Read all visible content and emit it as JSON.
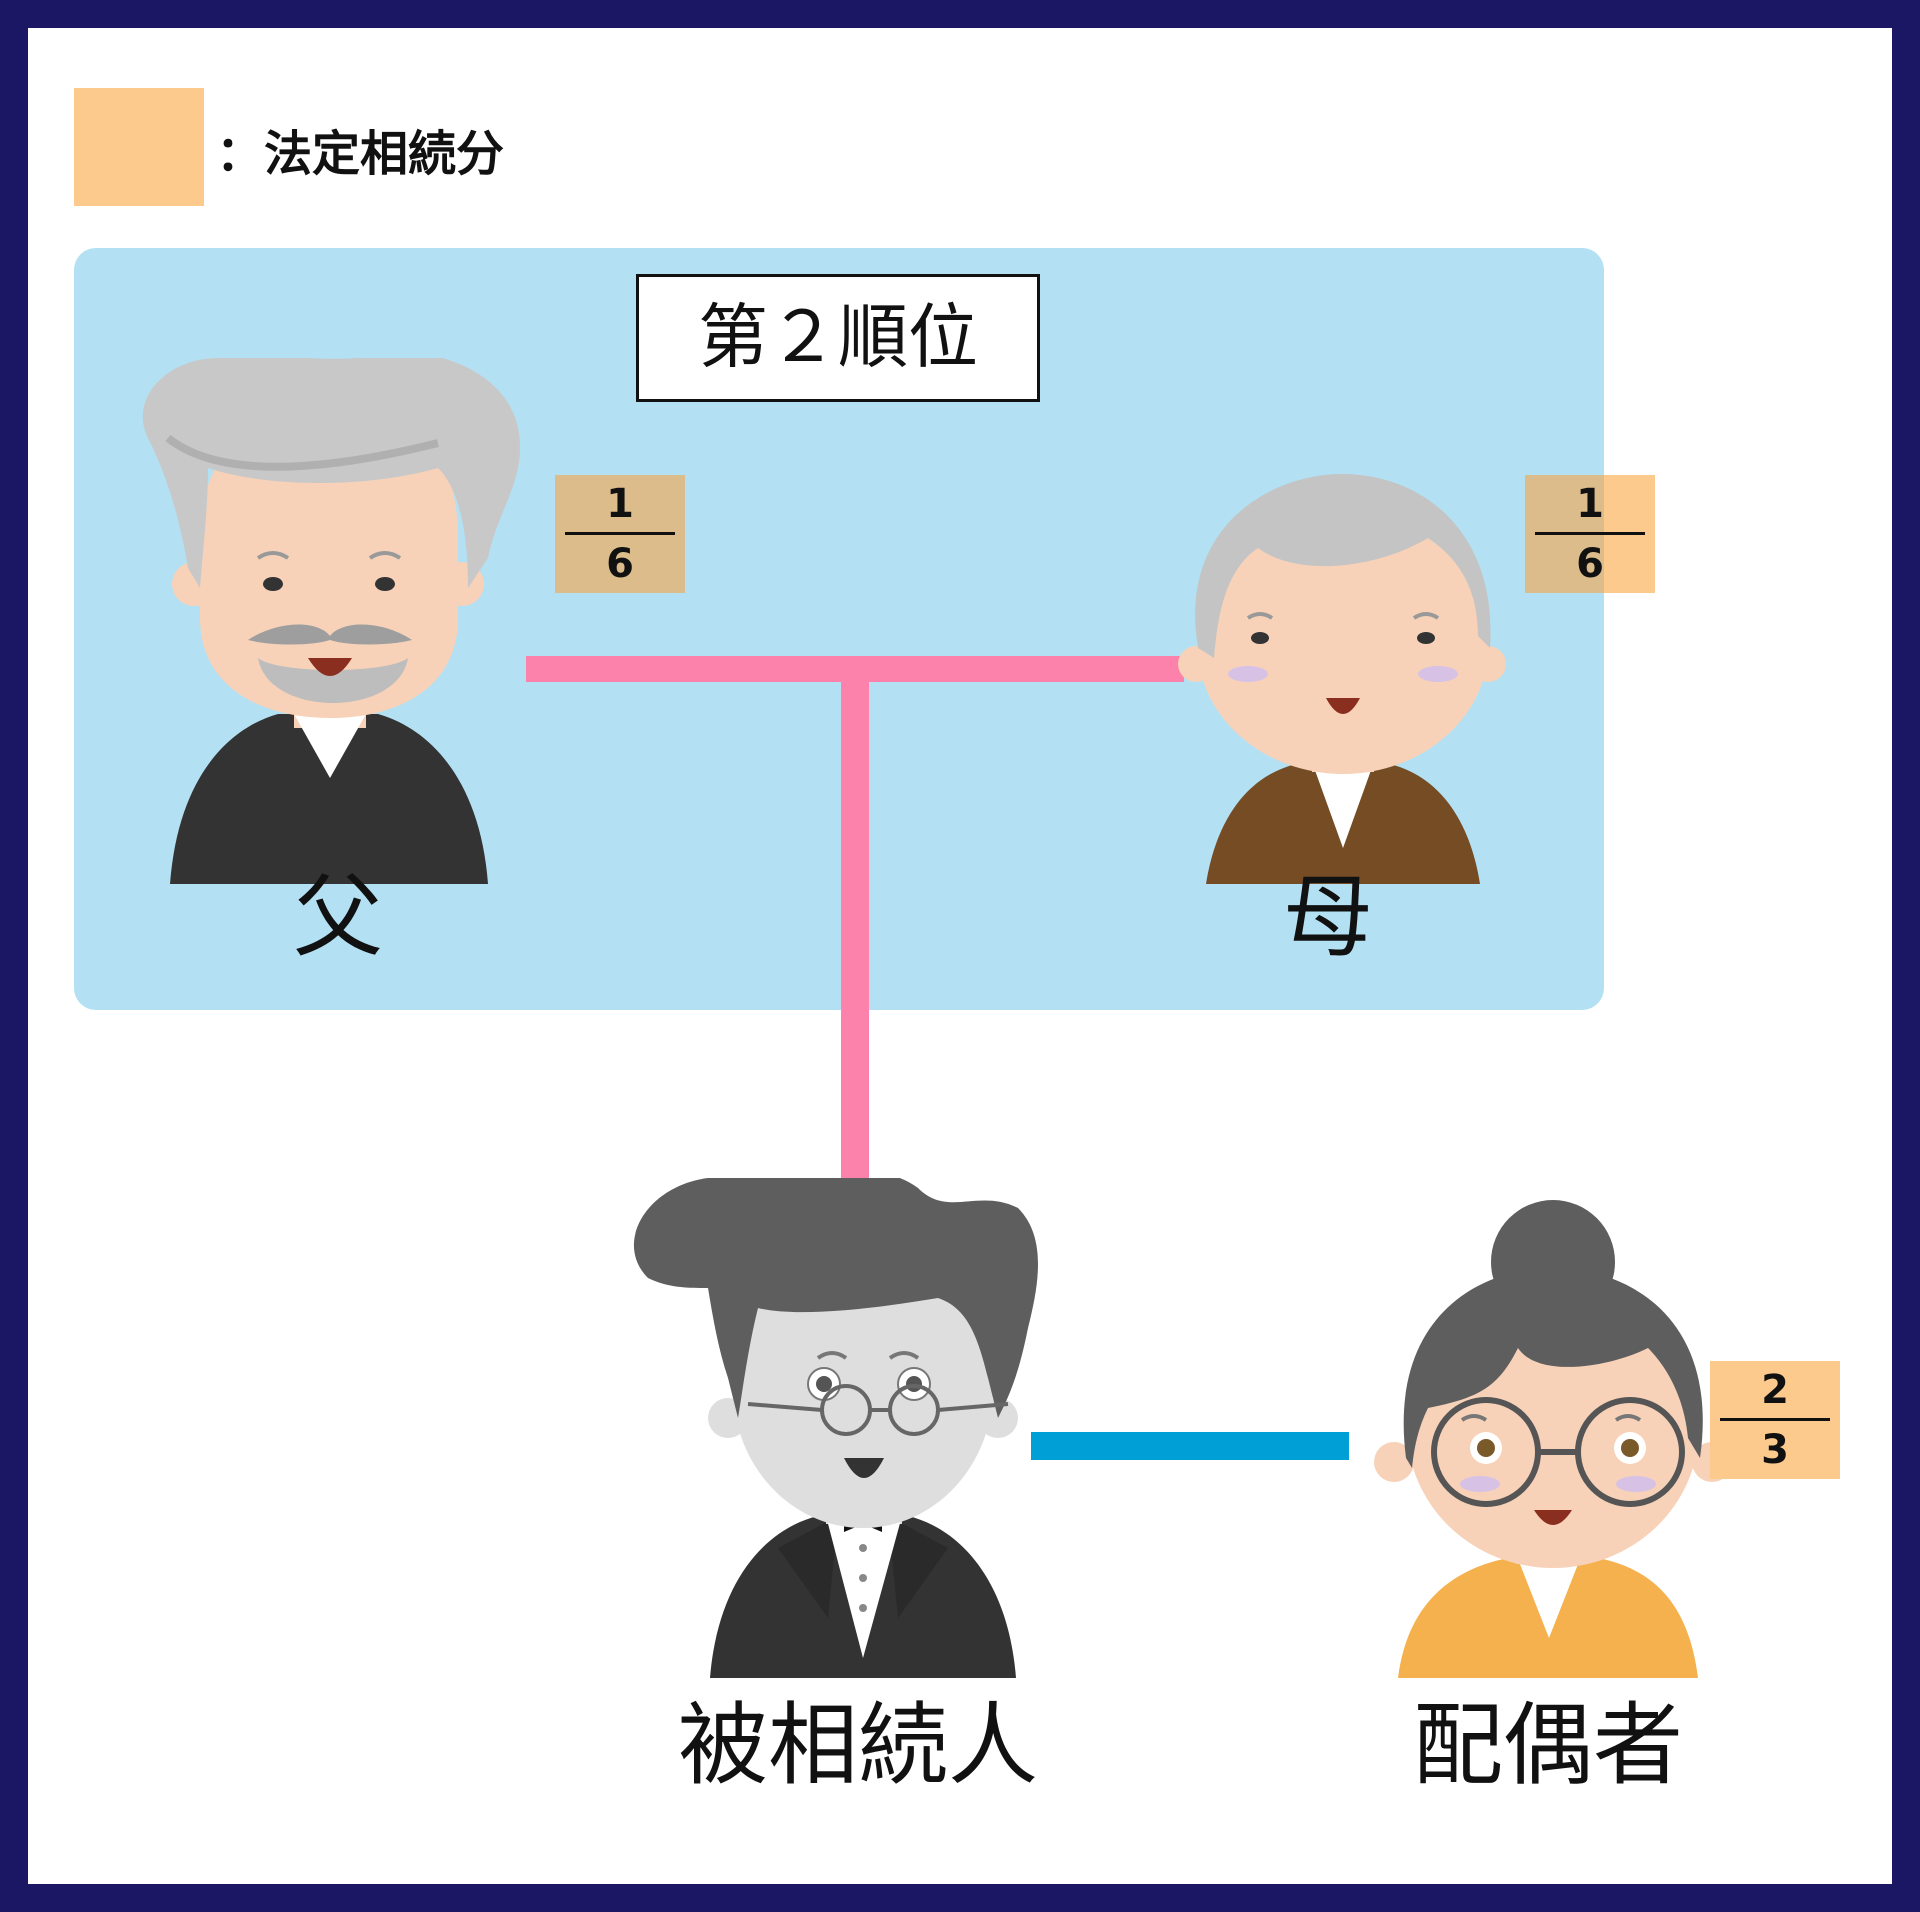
{
  "legend": {
    "label": "：法定相続分",
    "swatch_color": "#fdca8e"
  },
  "group": {
    "label": "第２順位",
    "color": "#b3e1f3"
  },
  "people": {
    "father": {
      "name": "父",
      "share": {
        "numerator": "1",
        "denominator": "6"
      }
    },
    "mother": {
      "name": "母",
      "share": {
        "numerator": "1",
        "denominator": "6"
      }
    },
    "deceased": {
      "name": "被相続人"
    },
    "spouse": {
      "name": "配偶者",
      "share": {
        "numerator": "2",
        "denominator": "3"
      }
    }
  },
  "colors": {
    "parent_line": "#fc82ac",
    "spouse_line": "#00a0d6",
    "border": "#1c1765"
  }
}
